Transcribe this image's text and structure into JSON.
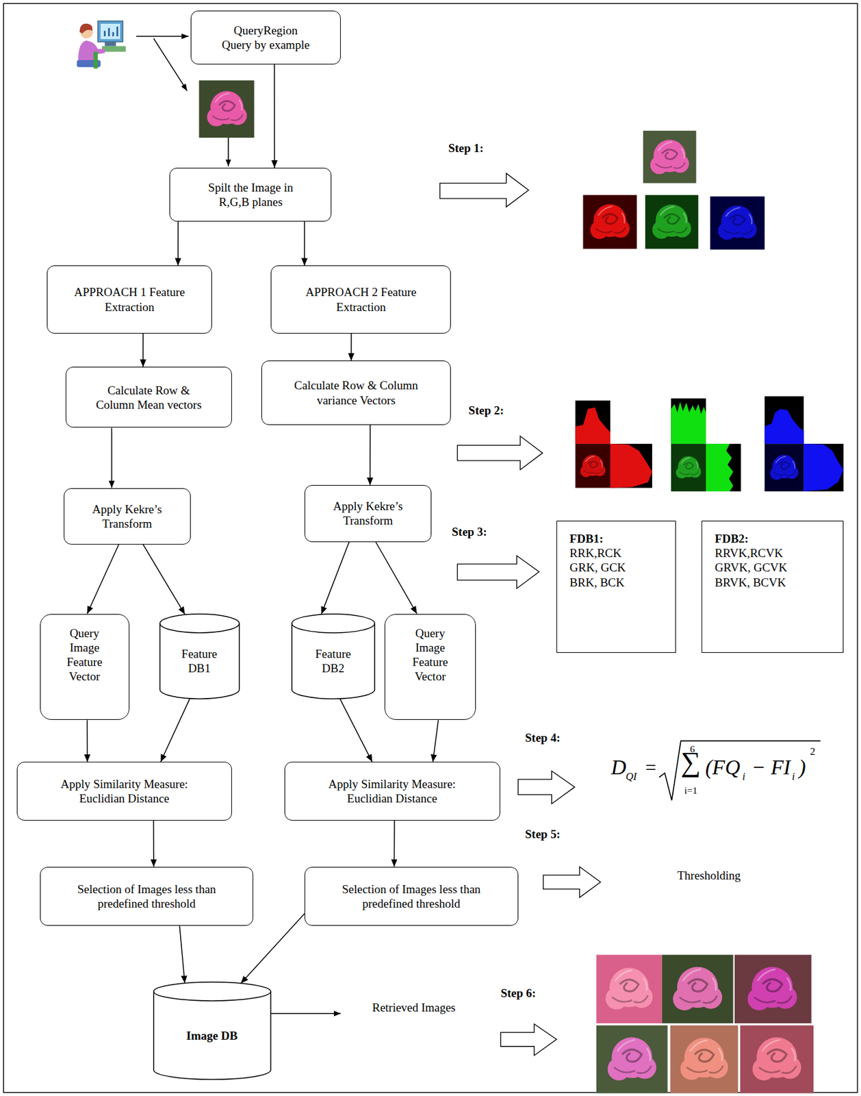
{
  "diagram": {
    "nodes": [
      {
        "text": [
          "QueryRegion Query by example"
        ]
      },
      {
        "text": [
          "Spilt the Image in R,G,B planes"
        ]
      },
      {
        "text": [
          "APPROACH 1 Feature Extraction"
        ]
      },
      {
        "text": [
          "APPROACH 2 Feature Extraction"
        ]
      },
      {
        "text": [
          "Calculate Row & Column Mean vectors"
        ]
      },
      {
        "text": [
          "Calculate Row & Column variance Vectors"
        ]
      },
      {
        "text": [
          "Apply Kekre’s Transform"
        ]
      },
      {
        "text": [
          "Apply Kekre’s Transform"
        ]
      },
      {
        "text": [
          "Query Image Feature Vector"
        ]
      },
      {
        "text": [
          "Feature DB1"
        ]
      },
      {
        "text": [
          "Feature DB2"
        ]
      },
      {
        "text": [
          "Query Image Feature Vector"
        ]
      },
      {
        "text": [
          "Apply Similarity Measure: Euclidian Distance"
        ]
      },
      {
        "text": [
          "Apply Similarity Measure: Euclidian Distance"
        ]
      },
      {
        "text": [
          "Selection of Images less than predefined threshold"
        ]
      },
      {
        "text": [
          "Selection of Images less than predefined threshold"
        ]
      },
      {
        "text": [
          "Image DB"
        ]
      },
      {
        "text": [
          "FDB1:",
          "RRK,RCK",
          "GRK, GCK",
          "BRK, BCK"
        ]
      },
      {
        "text": [
          "FDB2:",
          "RRVK,RCVK",
          "GRVK, GCVK",
          "BRVK, BCVK"
        ]
      }
    ],
    "edges": [
      {
        "from": 0,
        "to": 1,
        "arrow": "to"
      },
      {
        "from": 1,
        "to": 2,
        "arrow": "to"
      },
      {
        "from": 1,
        "to": 3,
        "arrow": "to"
      },
      {
        "from": 2,
        "to": 4,
        "arrow": "to"
      },
      {
        "from": 3,
        "to": 5,
        "arrow": "to"
      },
      {
        "from": 4,
        "to": 6,
        "arrow": "to"
      },
      {
        "from": 5,
        "to": 7,
        "arrow": "to"
      },
      {
        "from": 6,
        "to": 8,
        "arrow": "to"
      },
      {
        "from": 6,
        "to": 9,
        "arrow": "to"
      },
      {
        "from": 7,
        "to": 10,
        "arrow": "to"
      },
      {
        "from": 7,
        "to": 11,
        "arrow": "to"
      },
      {
        "from": 8,
        "to": 12,
        "arrow": "to"
      },
      {
        "from": 9,
        "to": 12,
        "arrow": "to"
      },
      {
        "from": 10,
        "to": 13,
        "arrow": "to"
      },
      {
        "from": 11,
        "to": 13,
        "arrow": "to"
      },
      {
        "from": 12,
        "to": 14,
        "arrow": "to"
      },
      {
        "from": 13,
        "to": 15,
        "arrow": "to"
      },
      {
        "from": 14,
        "to": 16,
        "arrow": "to"
      },
      {
        "from": 15,
        "to": 16,
        "arrow": "to"
      }
    ],
    "labels": [
      "Step 1:",
      "Step 2:",
      "Step 3:",
      "Step 4:",
      "D",
      "QI",
      "=",
      "6",
      "∑",
      "i=1",
      "(FQ",
      "i",
      "− FI",
      "i",
      ")",
      "2",
      "Step 5:",
      "Thresholding",
      "Retrieved Images",
      "Step 6:"
    ]
  }
}
